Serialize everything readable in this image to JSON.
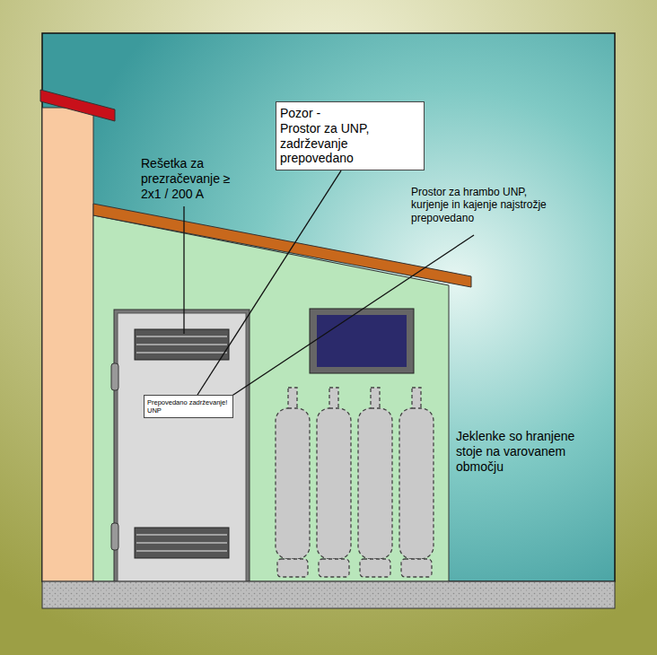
{
  "diagram": {
    "nodes": [
      {
        "text": [
          "Pozor -",
          "Prostor za UNP, zadrževanje prepovedano"
        ]
      },
      {
        "text": [
          "Prepovedano zadrževanje! UNP"
        ]
      }
    ],
    "edges": [
      {
        "from": 0,
        "to": 1,
        "arrow": "none"
      }
    ],
    "labels": [
      "Rešetka za prezračevanje ≥ 2x1 / 200 A",
      "Prostor za hrambo UNP, kurjenje in kajenje najstrožje prepovedano",
      "Jeklenke so hranjene stoje na varovanem območju"
    ]
  }
}
